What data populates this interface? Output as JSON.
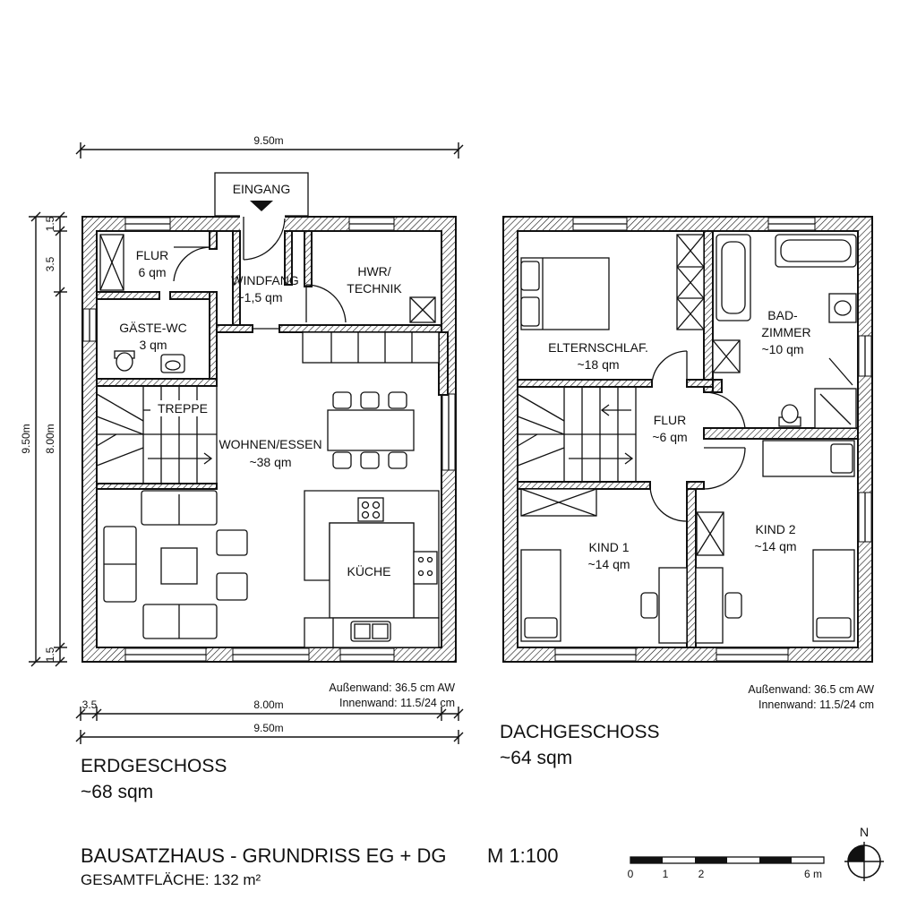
{
  "ground_floor": {
    "width_dim": "9.50m",
    "entrance": "EINGANG",
    "rooms": [
      {
        "name": "FLUR",
        "area": "6 qm"
      },
      {
        "name": "WINDFANG",
        "area": "~1,5 qm"
      },
      {
        "name_line1": "HWR/",
        "name_line2": "TECHNIK"
      },
      {
        "name": "GÄSTE-WC",
        "area": "3 qm"
      },
      {
        "name": "TREPPE"
      },
      {
        "name": "WOHNEN/ESSEN",
        "area": "~38 qm"
      },
      {
        "name": "KÜCHE"
      }
    ],
    "left_dims": {
      "top": "1.5",
      "upper": "3.5",
      "total": "9.50m",
      "inner": "8.00m",
      "bottom": "1.5"
    },
    "bottom_dims": {
      "left": "3.5",
      "inner": "8.00m",
      "total": "9.50m"
    },
    "wall_note_outer": "Außenwand: 36.5 cm AW",
    "wall_note_inner": "Innenwand: 11.5/24 cm",
    "label": "ERDGESCHOSS",
    "area": "~68 sqm"
  },
  "upper_floor": {
    "rooms": [
      {
        "name": "ELTERNSCHLAF.",
        "area": "~18 qm"
      },
      {
        "name_line1": "BAD-",
        "name_line2": "ZIMMER",
        "area": "~10 qm"
      },
      {
        "name": "FLUR",
        "area": "~6 qm"
      },
      {
        "name": "KIND 1",
        "area": "~14 qm"
      },
      {
        "name": "KIND 2",
        "area": "~14 qm"
      }
    ],
    "wall_note_outer": "Außenwand: 36.5 cm AW",
    "wall_note_inner": "Innenwand: 11.5/24 cm",
    "label": "DACHGESCHOSS",
    "area": "~64 sqm"
  },
  "footer": {
    "title": "BAUSATZHAUS - GRUNDRISS EG + DG",
    "total_area": "GESAMTFLÄCHE: 132 m²",
    "scale": "M 1:100",
    "scalebar_labels": [
      "0",
      "1",
      "2",
      "6 m"
    ],
    "north": "N"
  }
}
